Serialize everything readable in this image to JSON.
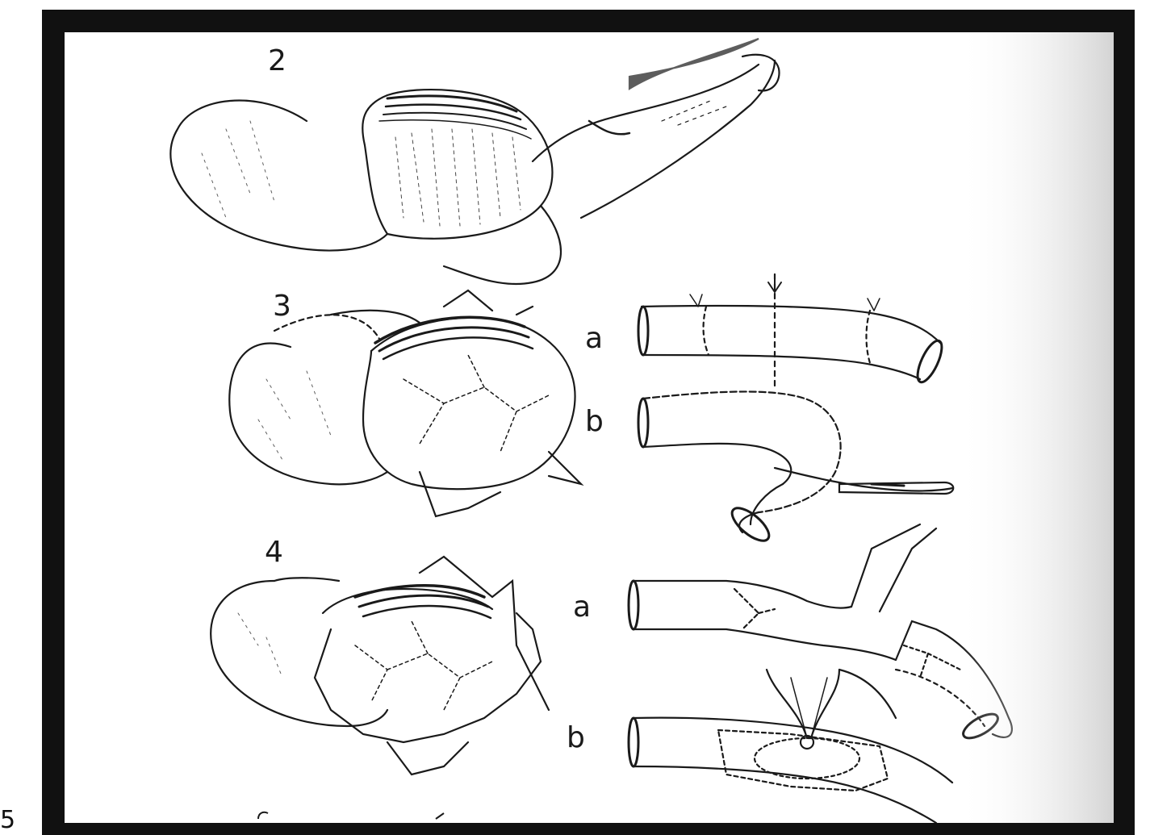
{
  "figure_labels": {
    "fig2": "2",
    "fig3": "3",
    "fig4": "4",
    "fig3_a": "a",
    "fig3_b": "b",
    "fig4_a": "a",
    "fig4_b": "b",
    "bottom_partial": "5"
  },
  "page_number": "5",
  "colors": {
    "frame": "#111111",
    "paper": "#ffffff",
    "ink": "#1a1a1a"
  }
}
